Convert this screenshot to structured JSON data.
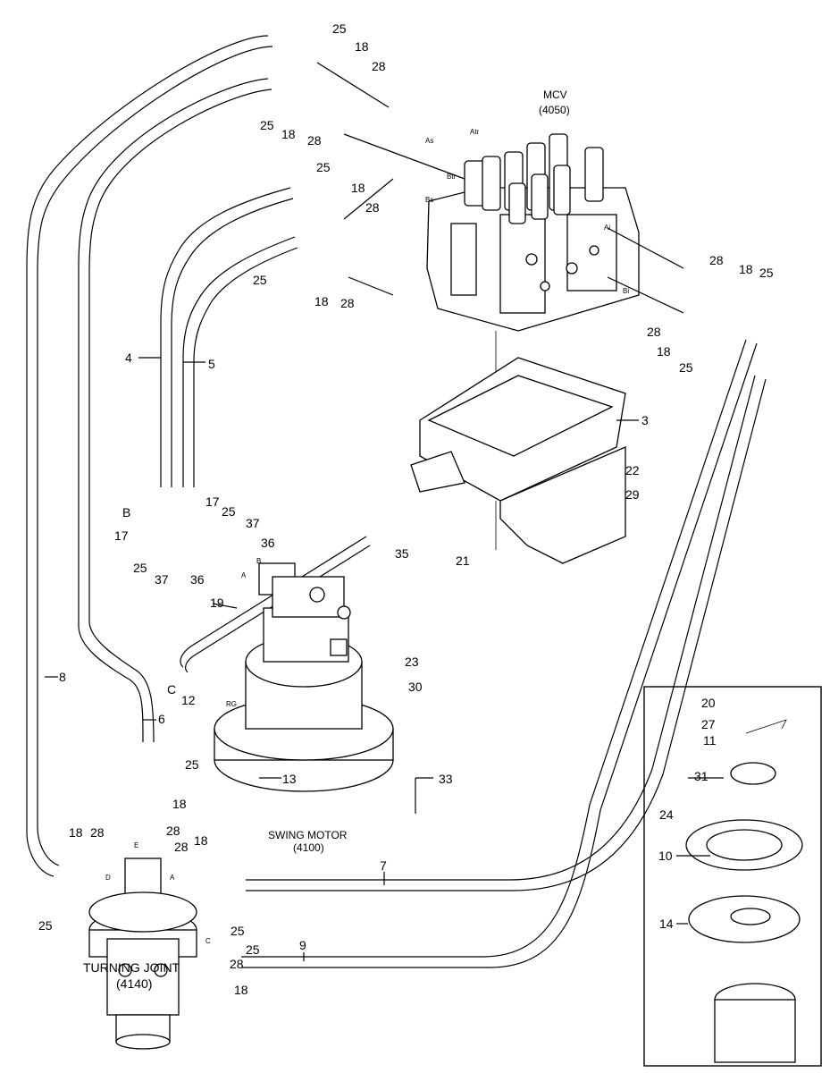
{
  "captions": {
    "mcv_line1": "MCV",
    "mcv_line2": "(4050)",
    "swing_line1": "SWING MOTOR",
    "swing_line2": "(4100)",
    "turning_line1": "TURNING JOINT",
    "turning_line2": "(4140)"
  },
  "callouts": [
    {
      "id": "c25a",
      "text": "25"
    },
    {
      "id": "c18a",
      "text": "18"
    },
    {
      "id": "c28a",
      "text": "28"
    },
    {
      "id": "c25b",
      "text": "25"
    },
    {
      "id": "c18b",
      "text": "18"
    },
    {
      "id": "c28b",
      "text": "28"
    },
    {
      "id": "c25c",
      "text": "25"
    },
    {
      "id": "c18c",
      "text": "18"
    },
    {
      "id": "c28c",
      "text": "28"
    },
    {
      "id": "c25d",
      "text": "25"
    },
    {
      "id": "c18d",
      "text": "18"
    },
    {
      "id": "c28d",
      "text": "28"
    },
    {
      "id": "c28e",
      "text": "28"
    },
    {
      "id": "c18e",
      "text": "18"
    },
    {
      "id": "c25e",
      "text": "25"
    },
    {
      "id": "c28f",
      "text": "28"
    },
    {
      "id": "c18f",
      "text": "18"
    },
    {
      "id": "c25f",
      "text": "25"
    },
    {
      "id": "c4",
      "text": "4"
    },
    {
      "id": "c5",
      "text": "5"
    },
    {
      "id": "c3",
      "text": "3"
    },
    {
      "id": "c22",
      "text": "22"
    },
    {
      "id": "c29",
      "text": "29"
    },
    {
      "id": "c21",
      "text": "21"
    },
    {
      "id": "cB",
      "text": "B"
    },
    {
      "id": "c17a",
      "text": "17"
    },
    {
      "id": "c25g",
      "text": "25"
    },
    {
      "id": "c37a",
      "text": "37"
    },
    {
      "id": "c17b",
      "text": "17"
    },
    {
      "id": "c36a",
      "text": "36"
    },
    {
      "id": "c35",
      "text": "35"
    },
    {
      "id": "c25h",
      "text": "25"
    },
    {
      "id": "c37b",
      "text": "37"
    },
    {
      "id": "c36b",
      "text": "36"
    },
    {
      "id": "c19",
      "text": "19"
    },
    {
      "id": "c8",
      "text": "8"
    },
    {
      "id": "cC",
      "text": "C"
    },
    {
      "id": "c12",
      "text": "12"
    },
    {
      "id": "c23",
      "text": "23"
    },
    {
      "id": "c30",
      "text": "30"
    },
    {
      "id": "c6",
      "text": "6"
    },
    {
      "id": "c25i",
      "text": "25"
    },
    {
      "id": "c13",
      "text": "13"
    },
    {
      "id": "c33",
      "text": "33"
    },
    {
      "id": "c18g",
      "text": "18"
    },
    {
      "id": "c28g",
      "text": "28"
    },
    {
      "id": "c18h",
      "text": "18"
    },
    {
      "id": "c28h",
      "text": "28"
    },
    {
      "id": "c28i",
      "text": "28"
    },
    {
      "id": "c18i",
      "text": "18"
    },
    {
      "id": "c7",
      "text": "7"
    },
    {
      "id": "c25j",
      "text": "25"
    },
    {
      "id": "c25k",
      "text": "25"
    },
    {
      "id": "c28j",
      "text": "28"
    },
    {
      "id": "c18j",
      "text": "18"
    },
    {
      "id": "c25l",
      "text": "25"
    },
    {
      "id": "c9",
      "text": "9"
    },
    {
      "id": "c20",
      "text": "20"
    },
    {
      "id": "c27",
      "text": "27"
    },
    {
      "id": "c11",
      "text": "11"
    },
    {
      "id": "c31",
      "text": "31"
    },
    {
      "id": "c24",
      "text": "24"
    },
    {
      "id": "c10",
      "text": "10"
    },
    {
      "id": "c14",
      "text": "14"
    }
  ],
  "port_labels": {
    "mcv_atr": "Atr",
    "mcv_as": "As",
    "mcv_btr": "Btr",
    "mcv_bs": "Bs",
    "mcv_ai": "Ai",
    "mcv_bi": "Bi",
    "motor_a": "A",
    "motor_b": "B",
    "motor_rg": "RG",
    "tj_d": "D",
    "tj_a": "A",
    "tj_e": "E",
    "tj_c": "C"
  }
}
